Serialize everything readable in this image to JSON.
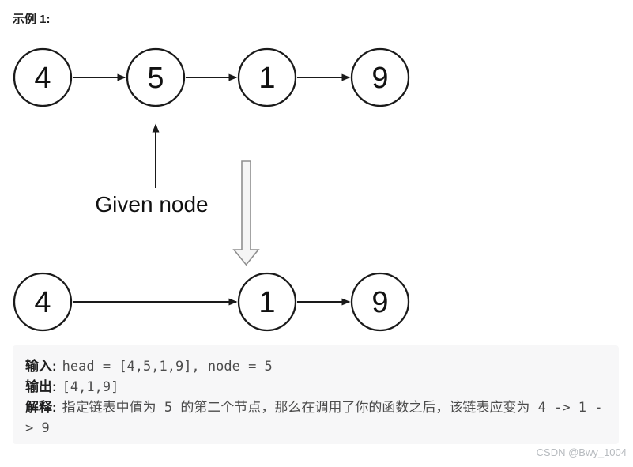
{
  "title": "示例 1:",
  "diagram": {
    "given_label": "Given node",
    "before_nodes": [
      "4",
      "5",
      "1",
      "9"
    ],
    "highlighted_node": "5",
    "after_nodes": [
      "4",
      "1",
      "9"
    ],
    "highlight_fill": "#d0e1f5",
    "highlight_border": "#97b6dd"
  },
  "io": {
    "input_label": "输入:",
    "input_value": "head = [4,5,1,9], node = 5",
    "output_label": "输出:",
    "output_value": "[4,1,9]",
    "explain_label": "解释:",
    "explain_value": "指定链表中值为 5 的第二个节点，那么在调用了你的函数之后，该链表应变为 4 -> 1 -> 9"
  },
  "watermark": "CSDN @Bwy_1004"
}
